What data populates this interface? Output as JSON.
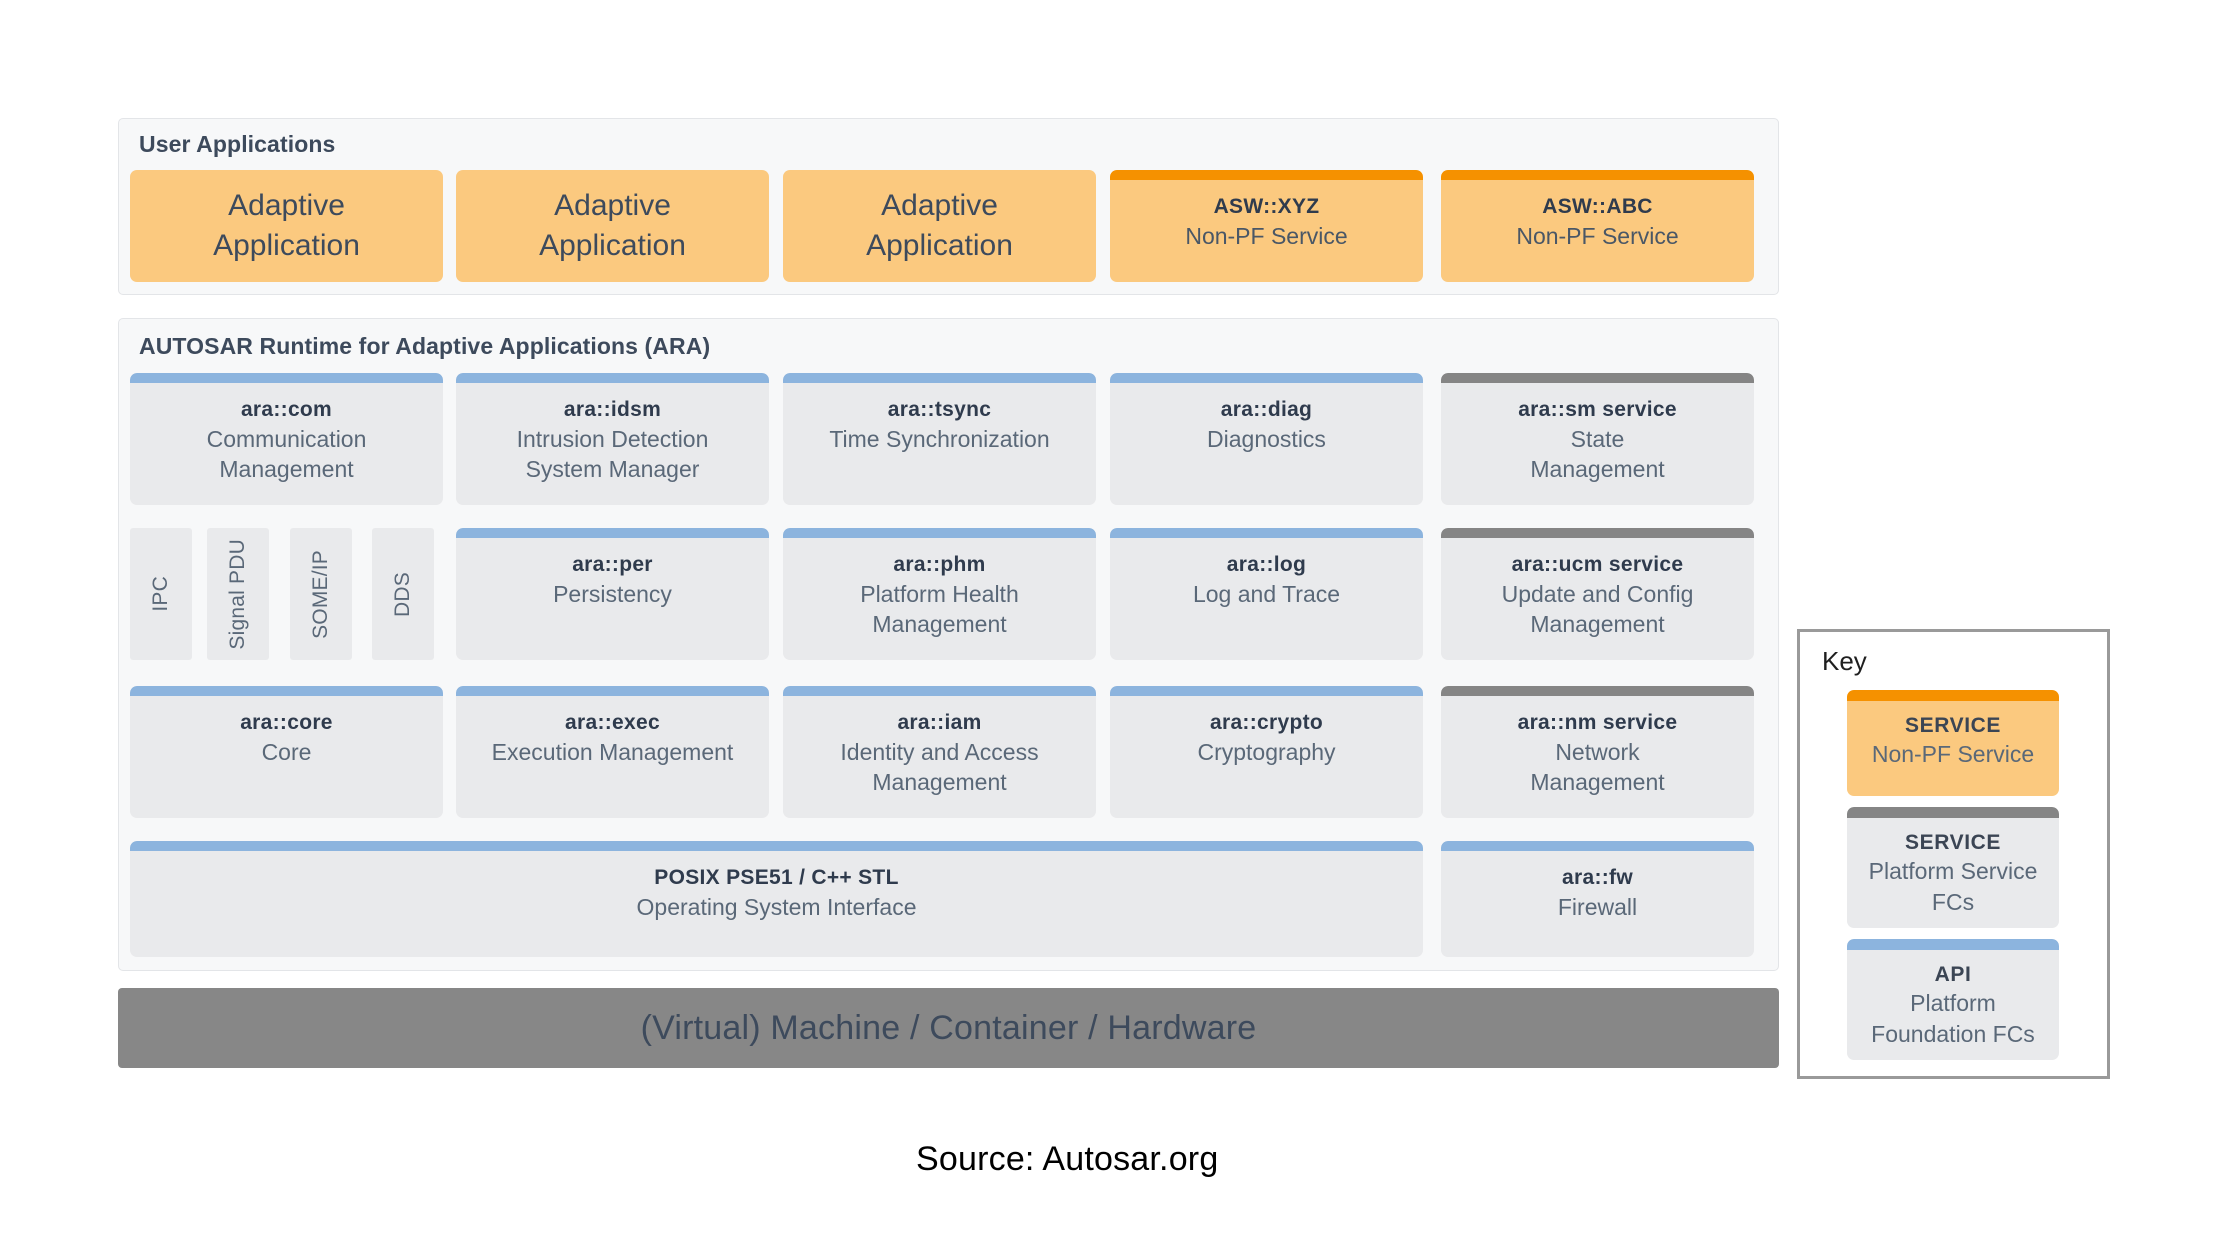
{
  "colors": {
    "api_cap": "#8cb4de",
    "service_cap": "#858585",
    "nonpf_cap": "#f59100",
    "app_fill": "#fbc97f",
    "fc_fill": "#e9eaec",
    "panel_fill": "#f7f8f9",
    "hardware_fill": "#878787",
    "title_text": "#3d4a5c",
    "body_text": "#5a6878"
  },
  "user_applications": {
    "title": "User Applications",
    "apps": [
      {
        "label": "Adaptive\nApplication",
        "line1": "Adaptive",
        "line2": "Application",
        "kind": "app"
      },
      {
        "label": "Adaptive\nApplication",
        "line1": "Adaptive",
        "line2": "Application",
        "kind": "app"
      },
      {
        "label": "Adaptive\nApplication",
        "line1": "Adaptive",
        "line2": "Application",
        "kind": "app"
      },
      {
        "title": "ASW::XYZ",
        "subtitle": "Non-PF Service",
        "kind": "nonpf-service"
      },
      {
        "title": "ASW::ABC",
        "subtitle": "Non-PF Service",
        "kind": "nonpf-service"
      }
    ]
  },
  "ara": {
    "title": "AUTOSAR Runtime for Adaptive Applications  (ARA)",
    "protocols": [
      {
        "label": "IPC"
      },
      {
        "label": "Signal PDU"
      },
      {
        "label": "SOME/IP"
      },
      {
        "label": "DDS"
      }
    ],
    "row1": [
      {
        "title": "ara::com",
        "subtitle": "Communication\nManagement",
        "sub1": "Communication",
        "sub2": "Management",
        "cap": "api"
      },
      {
        "title": "ara::idsm",
        "subtitle": "Intrusion Detection\nSystem Manager",
        "sub1": "Intrusion Detection",
        "sub2": "System Manager",
        "cap": "api"
      },
      {
        "title": "ara::tsync",
        "subtitle": "Time Synchronization",
        "sub1": "Time Synchronization",
        "sub2": "",
        "cap": "api"
      },
      {
        "title": "ara::diag",
        "subtitle": "Diagnostics",
        "sub1": "Diagnostics",
        "sub2": "",
        "cap": "api"
      },
      {
        "title": "ara::sm service",
        "subtitle": "State\nManagement",
        "sub1": "State",
        "sub2": "Management",
        "cap": "service"
      }
    ],
    "row2": [
      {
        "title": "ara::per",
        "subtitle": "Persistency",
        "sub1": "Persistency",
        "sub2": "",
        "cap": "api"
      },
      {
        "title": "ara::phm",
        "subtitle": "Platform Health\nManagement",
        "sub1": "Platform Health",
        "sub2": "Management",
        "cap": "api"
      },
      {
        "title": "ara::log",
        "subtitle": "Log and Trace",
        "sub1": "Log and Trace",
        "sub2": "",
        "cap": "api"
      },
      {
        "title": "ara::ucm service",
        "subtitle": "Update and Config\nManagement",
        "sub1": "Update and Config",
        "sub2": "Management",
        "cap": "service"
      }
    ],
    "row3": [
      {
        "title": "ara::core",
        "subtitle": "Core",
        "sub1": "Core",
        "sub2": "",
        "cap": "api"
      },
      {
        "title": "ara::exec",
        "subtitle": "Execution Management",
        "sub1": "Execution Management",
        "sub2": "",
        "cap": "api"
      },
      {
        "title": "ara::iam",
        "subtitle": "Identity and Access\nManagement",
        "sub1": "Identity and Access",
        "sub2": "Management",
        "cap": "api"
      },
      {
        "title": "ara::crypto",
        "subtitle": "Cryptography",
        "sub1": "Cryptography",
        "sub2": "",
        "cap": "api"
      },
      {
        "title": "ara::nm service",
        "subtitle": "Network\nManagement",
        "sub1": "Network",
        "sub2": "Management",
        "cap": "service"
      }
    ],
    "row4": [
      {
        "title": "POSIX PSE51 / C++ STL",
        "subtitle": "Operating System Interface",
        "sub1": "Operating System Interface",
        "sub2": "",
        "cap": "api"
      },
      {
        "title": "ara::fw",
        "subtitle": "Firewall",
        "sub1": "Firewall",
        "sub2": "",
        "cap": "api"
      }
    ]
  },
  "hardware": {
    "label": "(Virtual) Machine / Container / Hardware"
  },
  "key": {
    "title": "Key",
    "items": [
      {
        "title": "SERVICE",
        "subtitle": "Non-PF Service",
        "sub1": "Non-PF Service",
        "sub2": "",
        "cap": "nonpf",
        "fill": "orange"
      },
      {
        "title": "SERVICE",
        "subtitle": "Platform Service\nFCs",
        "sub1": "Platform Service",
        "sub2": "FCs",
        "cap": "service",
        "fill": "grey"
      },
      {
        "title": "API",
        "subtitle": "Platform\nFoundation FCs",
        "sub1": "Platform",
        "sub2": "Foundation FCs",
        "cap": "api",
        "fill": "grey"
      }
    ]
  },
  "caption": {
    "source": "Source: Autosar.org"
  }
}
